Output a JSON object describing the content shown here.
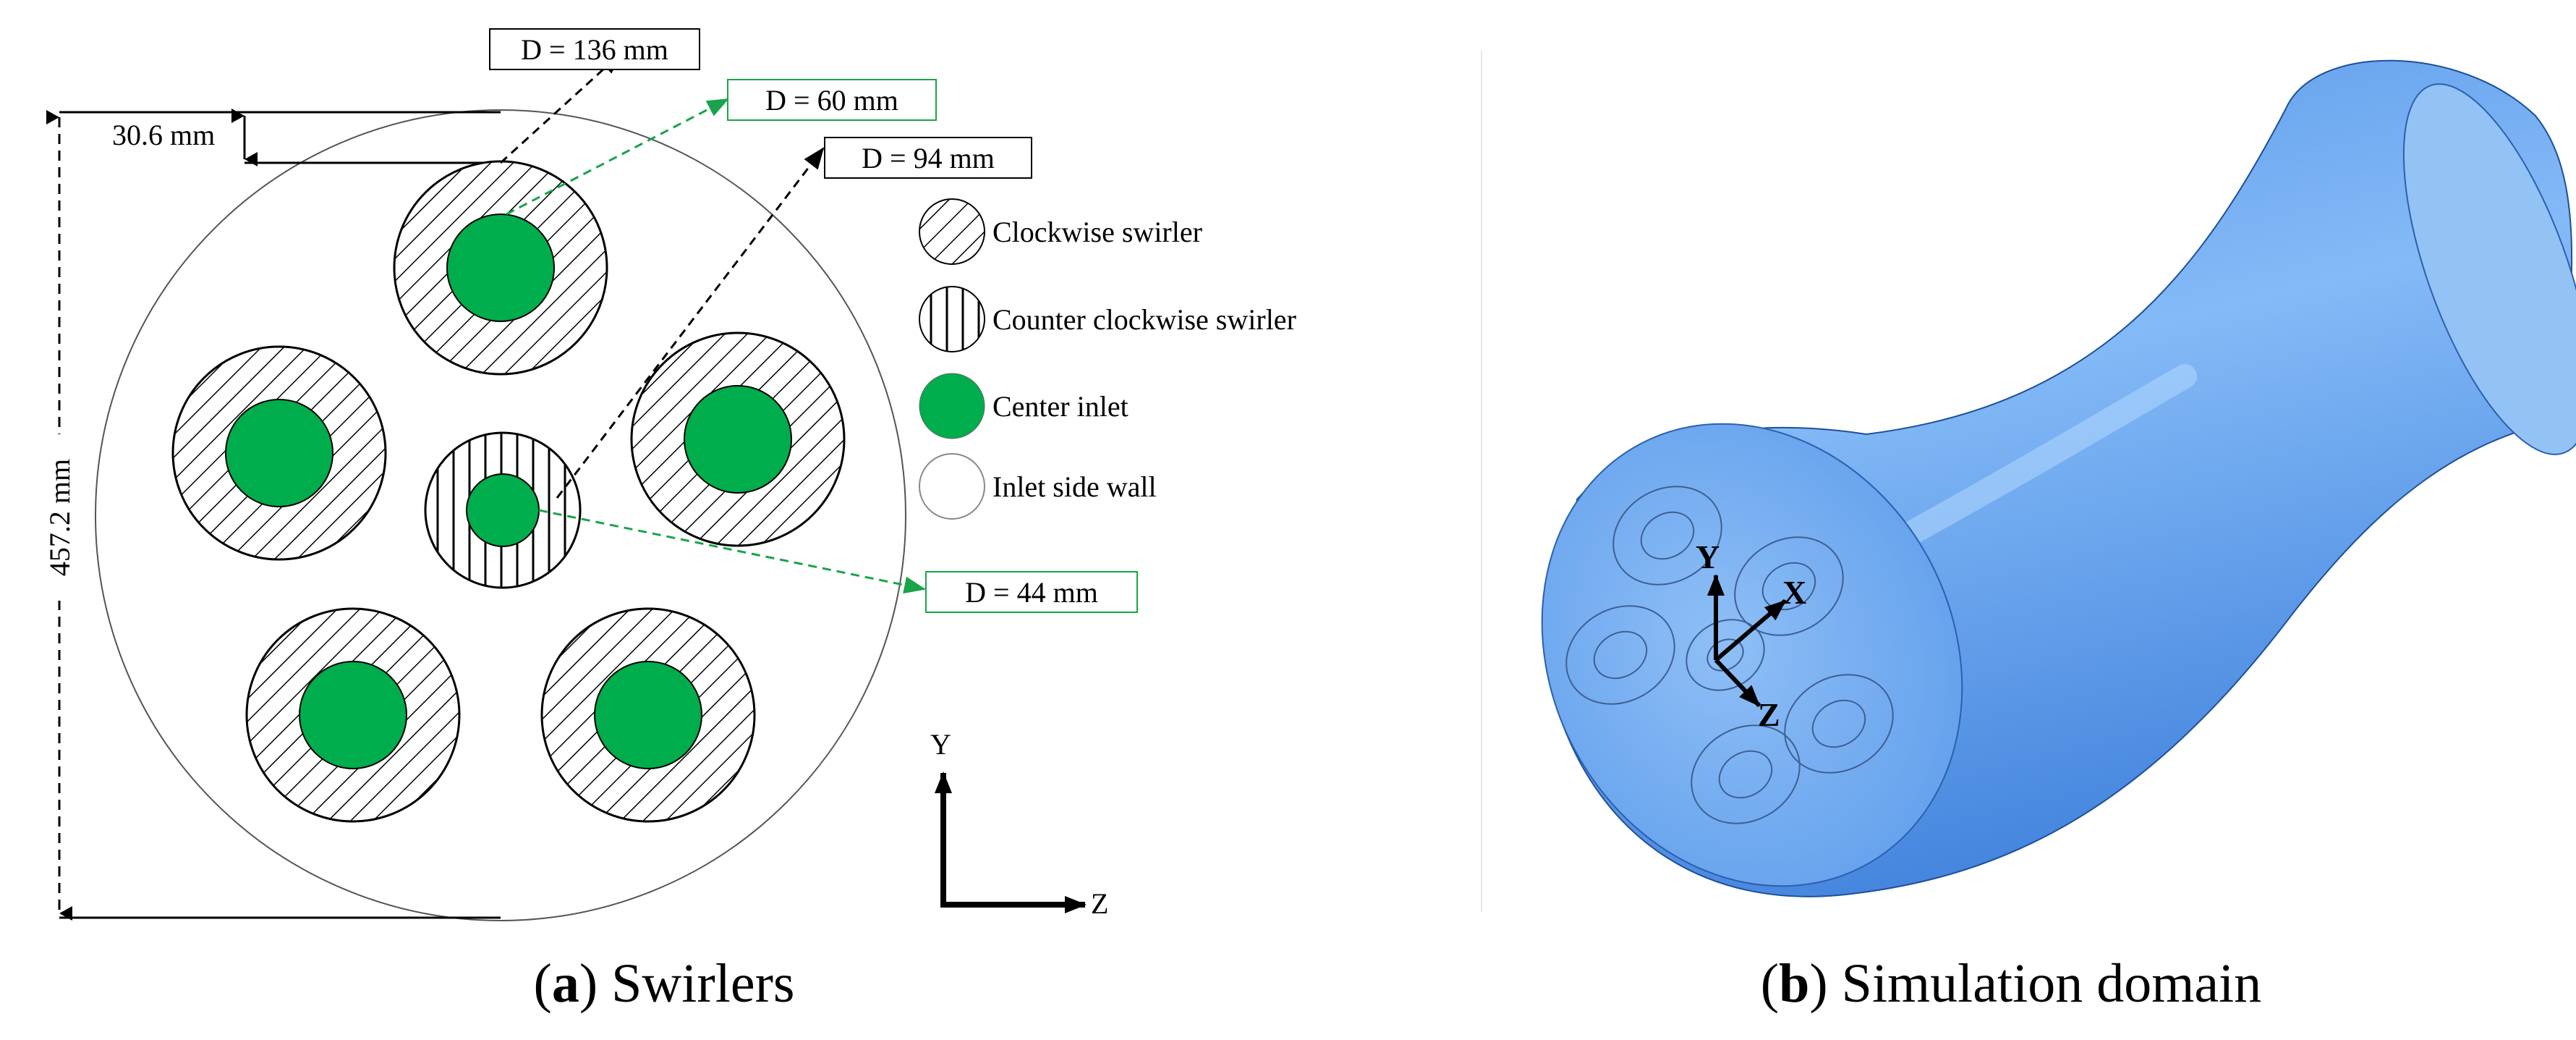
{
  "panel_a": {
    "letter": "a",
    "caption": "Swirlers",
    "dims": {
      "d_outer_swirler": "D = 136 mm",
      "d_center_inlet": "D = 60 mm",
      "d_center_swirler": "D = 94 mm",
      "d_center_small": "D = 44 mm",
      "offset": "30.6 mm",
      "diameter": "457.2 mm"
    },
    "legend": [
      {
        "label": "Clockwise swirler"
      },
      {
        "label": "Counter clockwise swirler"
      },
      {
        "label": "Center inlet"
      },
      {
        "label": "Inlet side wall"
      }
    ],
    "axes": {
      "y": "Y",
      "z": "Z"
    }
  },
  "panel_b": {
    "letter": "b",
    "caption": "Simulation domain",
    "axes": {
      "x": "X",
      "y": "Y",
      "z": "Z"
    }
  },
  "colors": {
    "inlet_green": "#00ad4c",
    "dim_green": "#1aa34a",
    "domain_blue": "#5b9df0"
  }
}
